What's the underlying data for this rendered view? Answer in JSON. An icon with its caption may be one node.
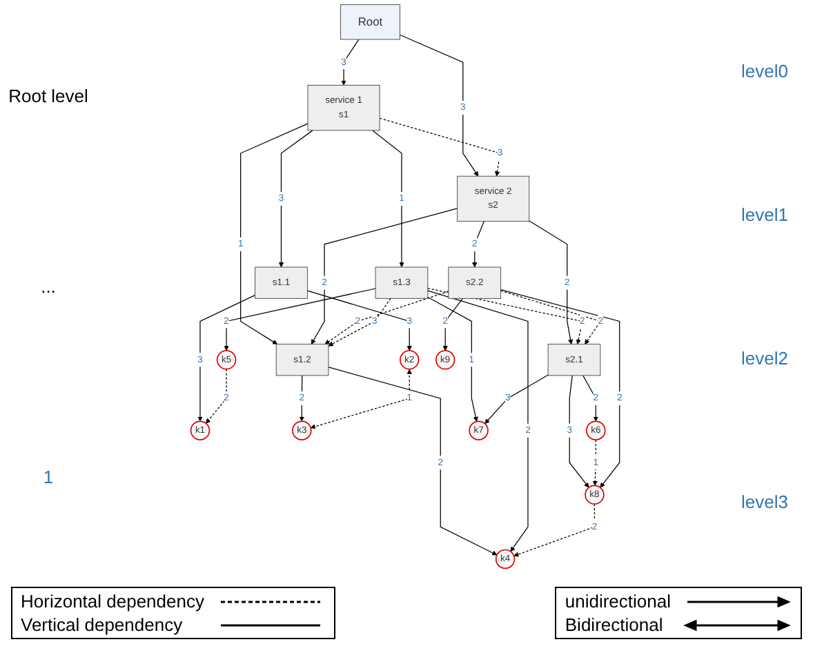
{
  "diagram": {
    "nodes": [
      {
        "text": [
          "Root"
        ]
      },
      {
        "text": [
          "service 1",
          "s1"
        ]
      },
      {
        "text": [
          "service 2",
          "s2"
        ]
      },
      {
        "text": [
          "s1.1"
        ]
      },
      {
        "text": [
          "s1.2"
        ]
      },
      {
        "text": [
          "s1.3"
        ]
      },
      {
        "text": [
          "s2.1"
        ]
      },
      {
        "text": [
          "s2.2"
        ]
      },
      {
        "text": [
          "k1"
        ]
      },
      {
        "text": [
          "k2"
        ]
      },
      {
        "text": [
          "k3"
        ]
      },
      {
        "text": [
          "k4"
        ]
      },
      {
        "text": [
          "k5"
        ]
      },
      {
        "text": [
          "k6"
        ]
      },
      {
        "text": [
          "k7"
        ]
      },
      {
        "text": [
          "k8"
        ]
      },
      {
        "text": [
          "k9"
        ]
      }
    ],
    "edges": [
      {
        "from": 0,
        "to": 1,
        "arrow": "to",
        "label": "3"
      },
      {
        "from": 0,
        "to": 2,
        "arrow": "to",
        "label": "3"
      },
      {
        "from": 1,
        "to": 2,
        "arrow": "to",
        "label": "3",
        "style": "dashed"
      },
      {
        "from": 1,
        "to": 3,
        "arrow": "to",
        "label": "3"
      },
      {
        "from": 1,
        "to": 4,
        "arrow": "to",
        "label": "1"
      },
      {
        "from": 1,
        "to": 5,
        "arrow": "to",
        "label": "1"
      },
      {
        "from": 2,
        "to": 4,
        "arrow": "to",
        "label": "2"
      },
      {
        "from": 2,
        "to": 6,
        "arrow": "to",
        "label": "2"
      },
      {
        "from": 2,
        "to": 7,
        "arrow": "to",
        "label": "2"
      },
      {
        "from": 7,
        "to": 4,
        "arrow": "to",
        "label": "2",
        "style": "dashed"
      },
      {
        "from": 5,
        "to": 4,
        "arrow": "to",
        "label": "3",
        "style": "dashed"
      },
      {
        "from": 5,
        "to": 6,
        "arrow": "to",
        "label": "2",
        "style": "dashed"
      },
      {
        "from": 7,
        "to": 6,
        "arrow": "to",
        "label": "2",
        "style": "dashed"
      },
      {
        "from": 3,
        "to": 8,
        "arrow": "to",
        "label": "3"
      },
      {
        "from": 3,
        "to": 9,
        "arrow": "to",
        "label": "3"
      },
      {
        "from": 4,
        "to": 10,
        "arrow": "to",
        "label": "2"
      },
      {
        "from": 4,
        "to": 11,
        "arrow": "to",
        "label": "2"
      },
      {
        "from": 12,
        "to": 8,
        "arrow": "to",
        "label": "2",
        "style": "dashed"
      },
      {
        "from": 5,
        "to": 12,
        "arrow": "to",
        "label": "2"
      },
      {
        "from": 5,
        "to": 11,
        "arrow": "to",
        "label": "2"
      },
      {
        "from": 5,
        "to": 14,
        "arrow": "to",
        "label": "1"
      },
      {
        "from": 9,
        "to": 10,
        "arrow": "both",
        "label": "1",
        "style": "dashed"
      },
      {
        "from": 6,
        "to": 14,
        "arrow": "to",
        "label": "3"
      },
      {
        "from": 6,
        "to": 13,
        "arrow": "to",
        "label": "2"
      },
      {
        "from": 6,
        "to": 15,
        "arrow": "to",
        "label": "3"
      },
      {
        "from": 13,
        "to": 15,
        "arrow": "to",
        "label": "1",
        "style": "dashed"
      },
      {
        "from": 15,
        "to": 11,
        "arrow": "to",
        "label": "2",
        "style": "dashed"
      },
      {
        "from": 7,
        "to": 15,
        "arrow": "to",
        "label": "2"
      },
      {
        "from": 7,
        "to": 16,
        "arrow": "to",
        "label": "2"
      }
    ],
    "labels": [
      "Root level",
      "level0",
      "level1",
      "level2",
      "level3",
      "...",
      "1"
    ],
    "legend": [
      {
        "text": "Horizontal dependency"
      },
      {
        "text": "Vertical dependency"
      },
      {
        "text": "unidirectional"
      },
      {
        "text": "Bidirectional"
      }
    ]
  }
}
